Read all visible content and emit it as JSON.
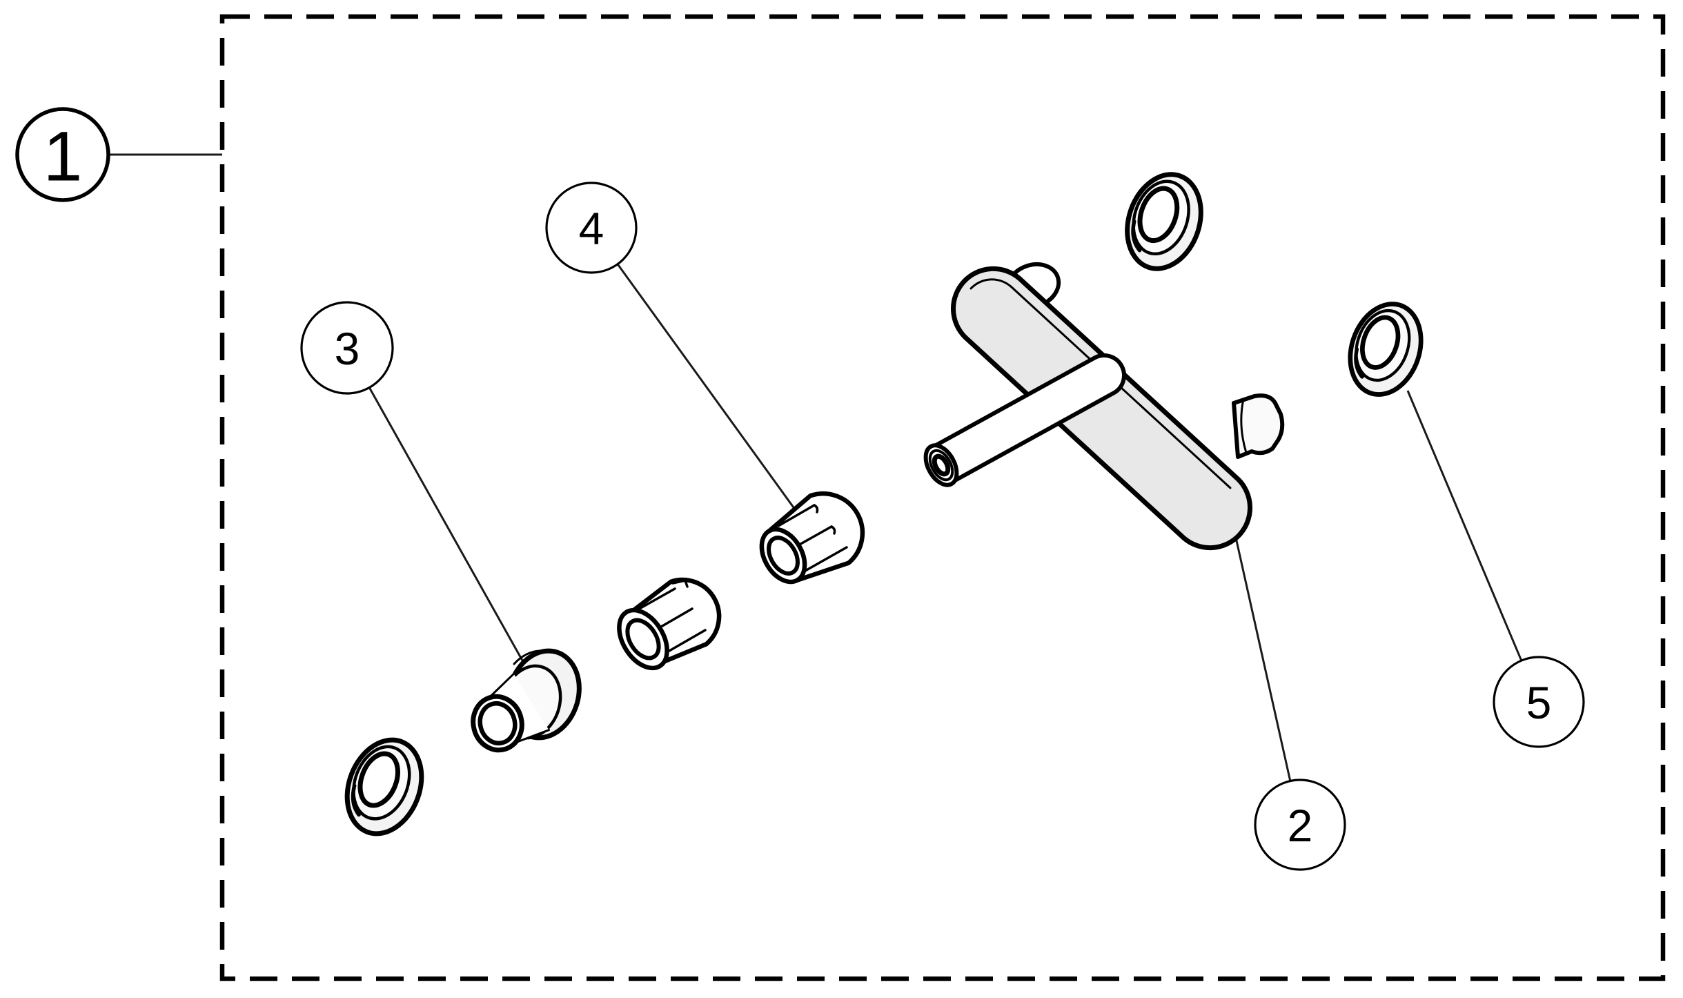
{
  "diagram": {
    "type": "exploded-parts-illustration",
    "background_color": "#ffffff",
    "line_color": "#000000",
    "plate_fill_color": "#e8e8e8",
    "boundary_style": "dashed-rectangle",
    "callouts": [
      {
        "label": "1",
        "target": "kit-boundary"
      },
      {
        "label": "2",
        "target": "plate-tube-assembly"
      },
      {
        "label": "3",
        "target": "flanged-bushing"
      },
      {
        "label": "4",
        "target": "ribbed-cap-large"
      },
      {
        "label": "5",
        "target": "grommet-right"
      }
    ],
    "parts": [
      {
        "name": "kit-boundary",
        "quantity": 1
      },
      {
        "name": "plate-tube-assembly",
        "quantity": 1
      },
      {
        "name": "flanged-bushing",
        "quantity": 1
      },
      {
        "name": "ribbed-cap",
        "quantity": 2
      },
      {
        "name": "grommet-washer",
        "quantity": 3
      }
    ]
  }
}
